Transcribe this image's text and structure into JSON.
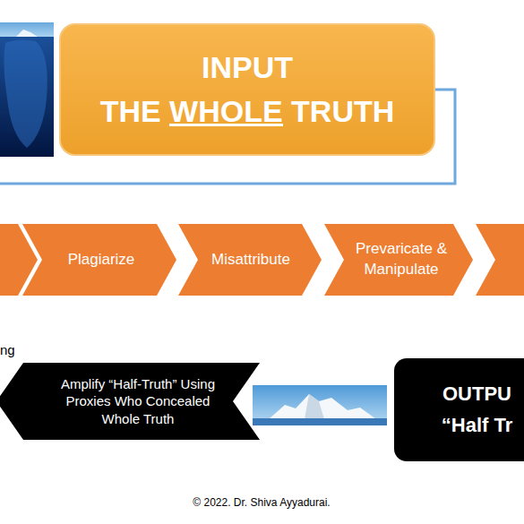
{
  "diagram": {
    "nodes": [
      {
        "text": [
          "INPUT",
          "THE WHOLE TRUTH"
        ]
      },
      {
        "text": [
          "Plagiarize"
        ]
      },
      {
        "text": [
          "Misattribute"
        ]
      },
      {
        "text": [
          "Prevaricate & Manipulate"
        ]
      },
      {
        "text": [
          "Amplify “Half-Truth” Using Proxies Who Concealed Whole Truth"
        ]
      },
      {
        "text": [
          "OUTPU",
          "“Half Tr"
        ]
      }
    ],
    "labels": [
      "ng",
      "© 2022. Dr. Shiva Ayyadurai."
    ]
  }
}
